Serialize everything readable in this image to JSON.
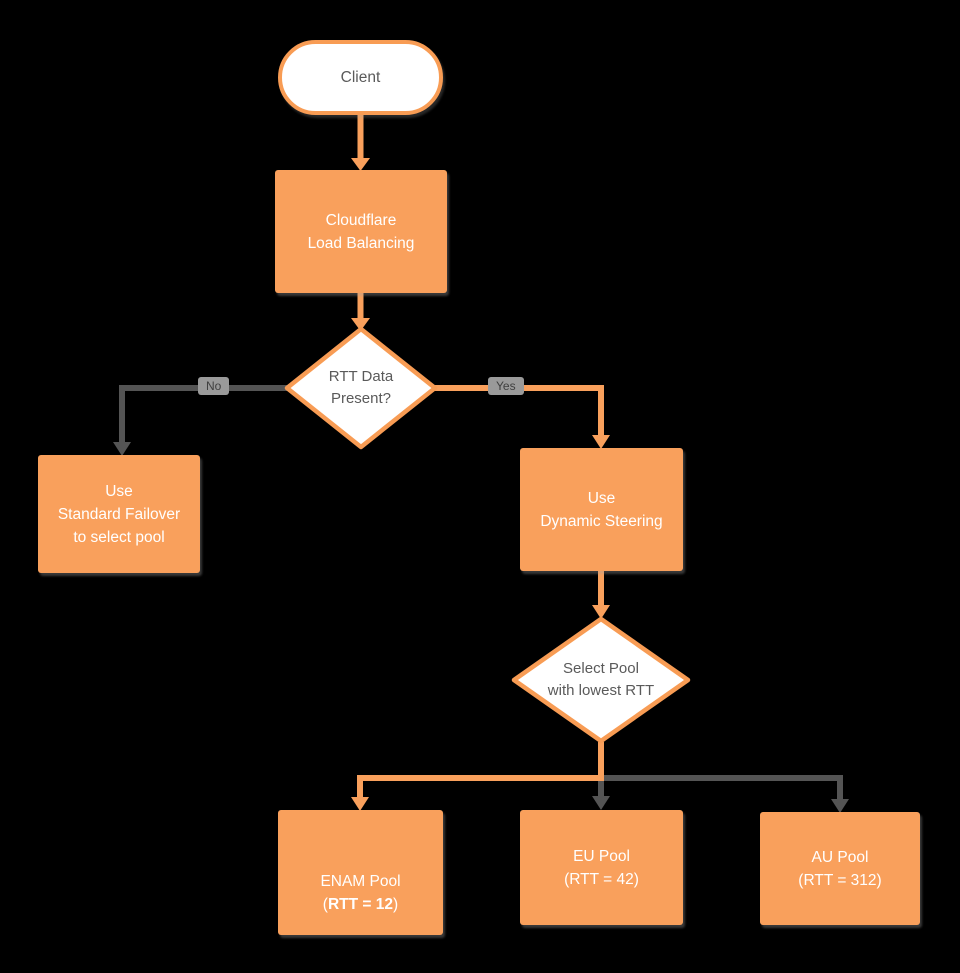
{
  "canvas": {
    "background": "#000000",
    "accent_orange": "#f9a05c",
    "line_gray": "#545454",
    "text_dark": "#5a5a5a"
  },
  "nodes": {
    "client": {
      "label": "Client"
    },
    "load_balancer": {
      "label": "Cloudflare\nLoad Balancing"
    },
    "rtt_decision": {
      "label": "RTT Data\nPresent?"
    },
    "standard_failover": {
      "label": "Use\nStandard Failover\nto select pool"
    },
    "dynamic_steering": {
      "label": "Use\nDynamic Steering"
    },
    "select_pool": {
      "label": "Select Pool\nwith lowest RTT"
    },
    "enam_pool": {
      "title": "ENAM Pool",
      "rtt_prefix": "(",
      "rtt_bold": "RTT = 12",
      "rtt_suffix": ")"
    },
    "eu_pool": {
      "label": "EU Pool\n(RTT = 42)"
    },
    "au_pool": {
      "label": "AU Pool\n(RTT = 312)"
    }
  },
  "edge_labels": {
    "no": "No",
    "yes": "Yes"
  }
}
